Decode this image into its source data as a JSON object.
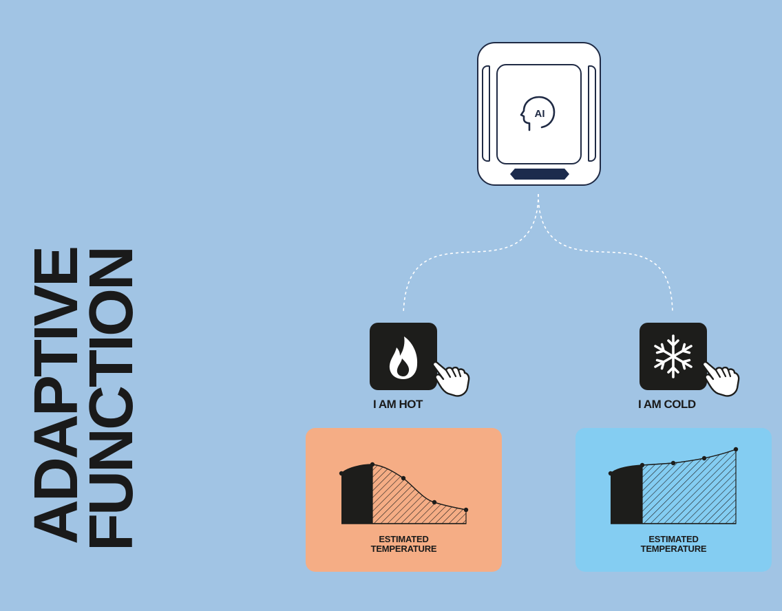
{
  "title": {
    "line1": "ADAPTIVE",
    "line2": "FUNCTION"
  },
  "device": {
    "icon_text": "AI",
    "icon": "ai-head-icon"
  },
  "modes": [
    {
      "label": "I AM HOT",
      "icon": "flame-icon"
    },
    {
      "label": "I AM COLD",
      "icon": "snowflake-icon"
    }
  ],
  "cards": [
    {
      "line1": "ESTIMATED",
      "line2": "TEMPERATURE"
    },
    {
      "line1": "ESTIMATED",
      "line2": "TEMPERATURE"
    }
  ],
  "colors": {
    "background": "#a1c4e4",
    "hot_card": "#f5ad85",
    "cold_card": "#84cdf2",
    "dark": "#1d1d1b",
    "device_outline": "#1f2a44"
  }
}
